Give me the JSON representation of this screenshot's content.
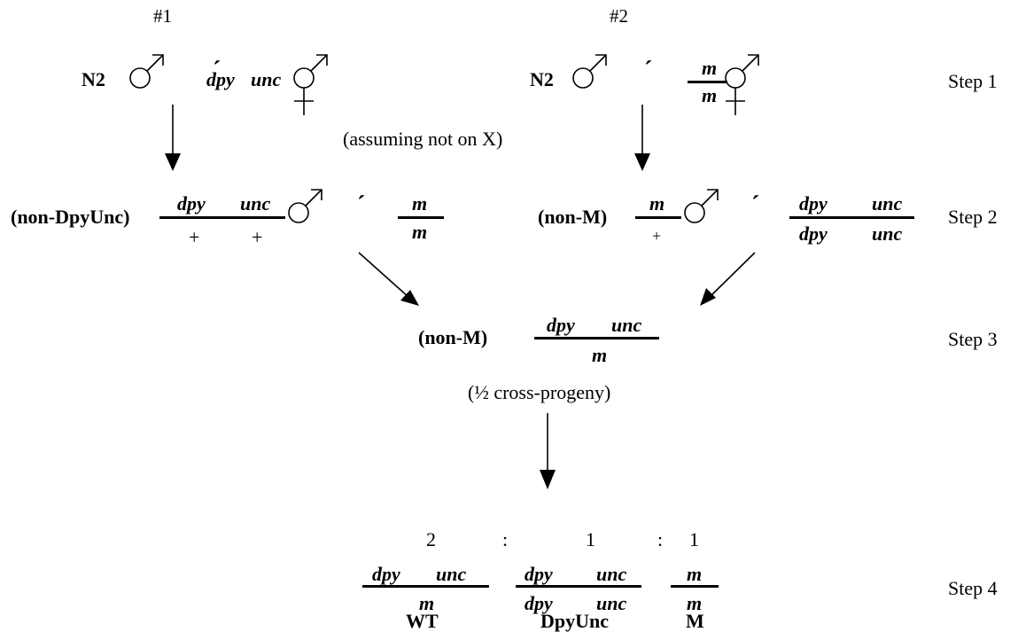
{
  "crosses": {
    "cross1": {
      "number": "#1",
      "male_strain": "N2",
      "cross_mark": "´",
      "herm_genotype_a": "dpy",
      "herm_genotype_b": "unc"
    },
    "cross2": {
      "number": "#2",
      "male_strain": "N2",
      "cross_mark": "´",
      "herm_top": "m",
      "herm_bottom": "m"
    },
    "note": "(assuming not on X)"
  },
  "step2": {
    "left": {
      "phenotype": "(non-DpyUnc)",
      "top_a": "dpy",
      "top_b": "unc",
      "bottom_a": "+",
      "bottom_b": "+",
      "cross_mark": "´",
      "partner_top": "m",
      "partner_bottom": "m"
    },
    "right": {
      "phenotype": "(non-M)",
      "top": "m",
      "bottom": "+",
      "cross_mark": "´",
      "partner_top_a": "dpy",
      "partner_top_b": "unc",
      "partner_bottom_a": "dpy",
      "partner_bottom_b": "unc"
    }
  },
  "step3": {
    "phenotype": "(non-M)",
    "top_a": "dpy",
    "top_b": "unc",
    "bottom": "m",
    "note": "(½ cross-progeny)"
  },
  "step4": {
    "ratio": [
      "2",
      ":",
      "1",
      ":",
      "1"
    ],
    "classes": [
      {
        "top_a": "dpy",
        "top_b": "unc",
        "bottom": "m",
        "label": "WT"
      },
      {
        "top_a": "dpy",
        "top_b": "unc",
        "bottom_a": "dpy",
        "bottom_b": "unc",
        "label": "DpyUnc"
      },
      {
        "top": "m",
        "bottom": "m",
        "label": "M"
      }
    ]
  },
  "step_labels": [
    "Step 1",
    "Step 2",
    "Step 3",
    "Step 4"
  ]
}
